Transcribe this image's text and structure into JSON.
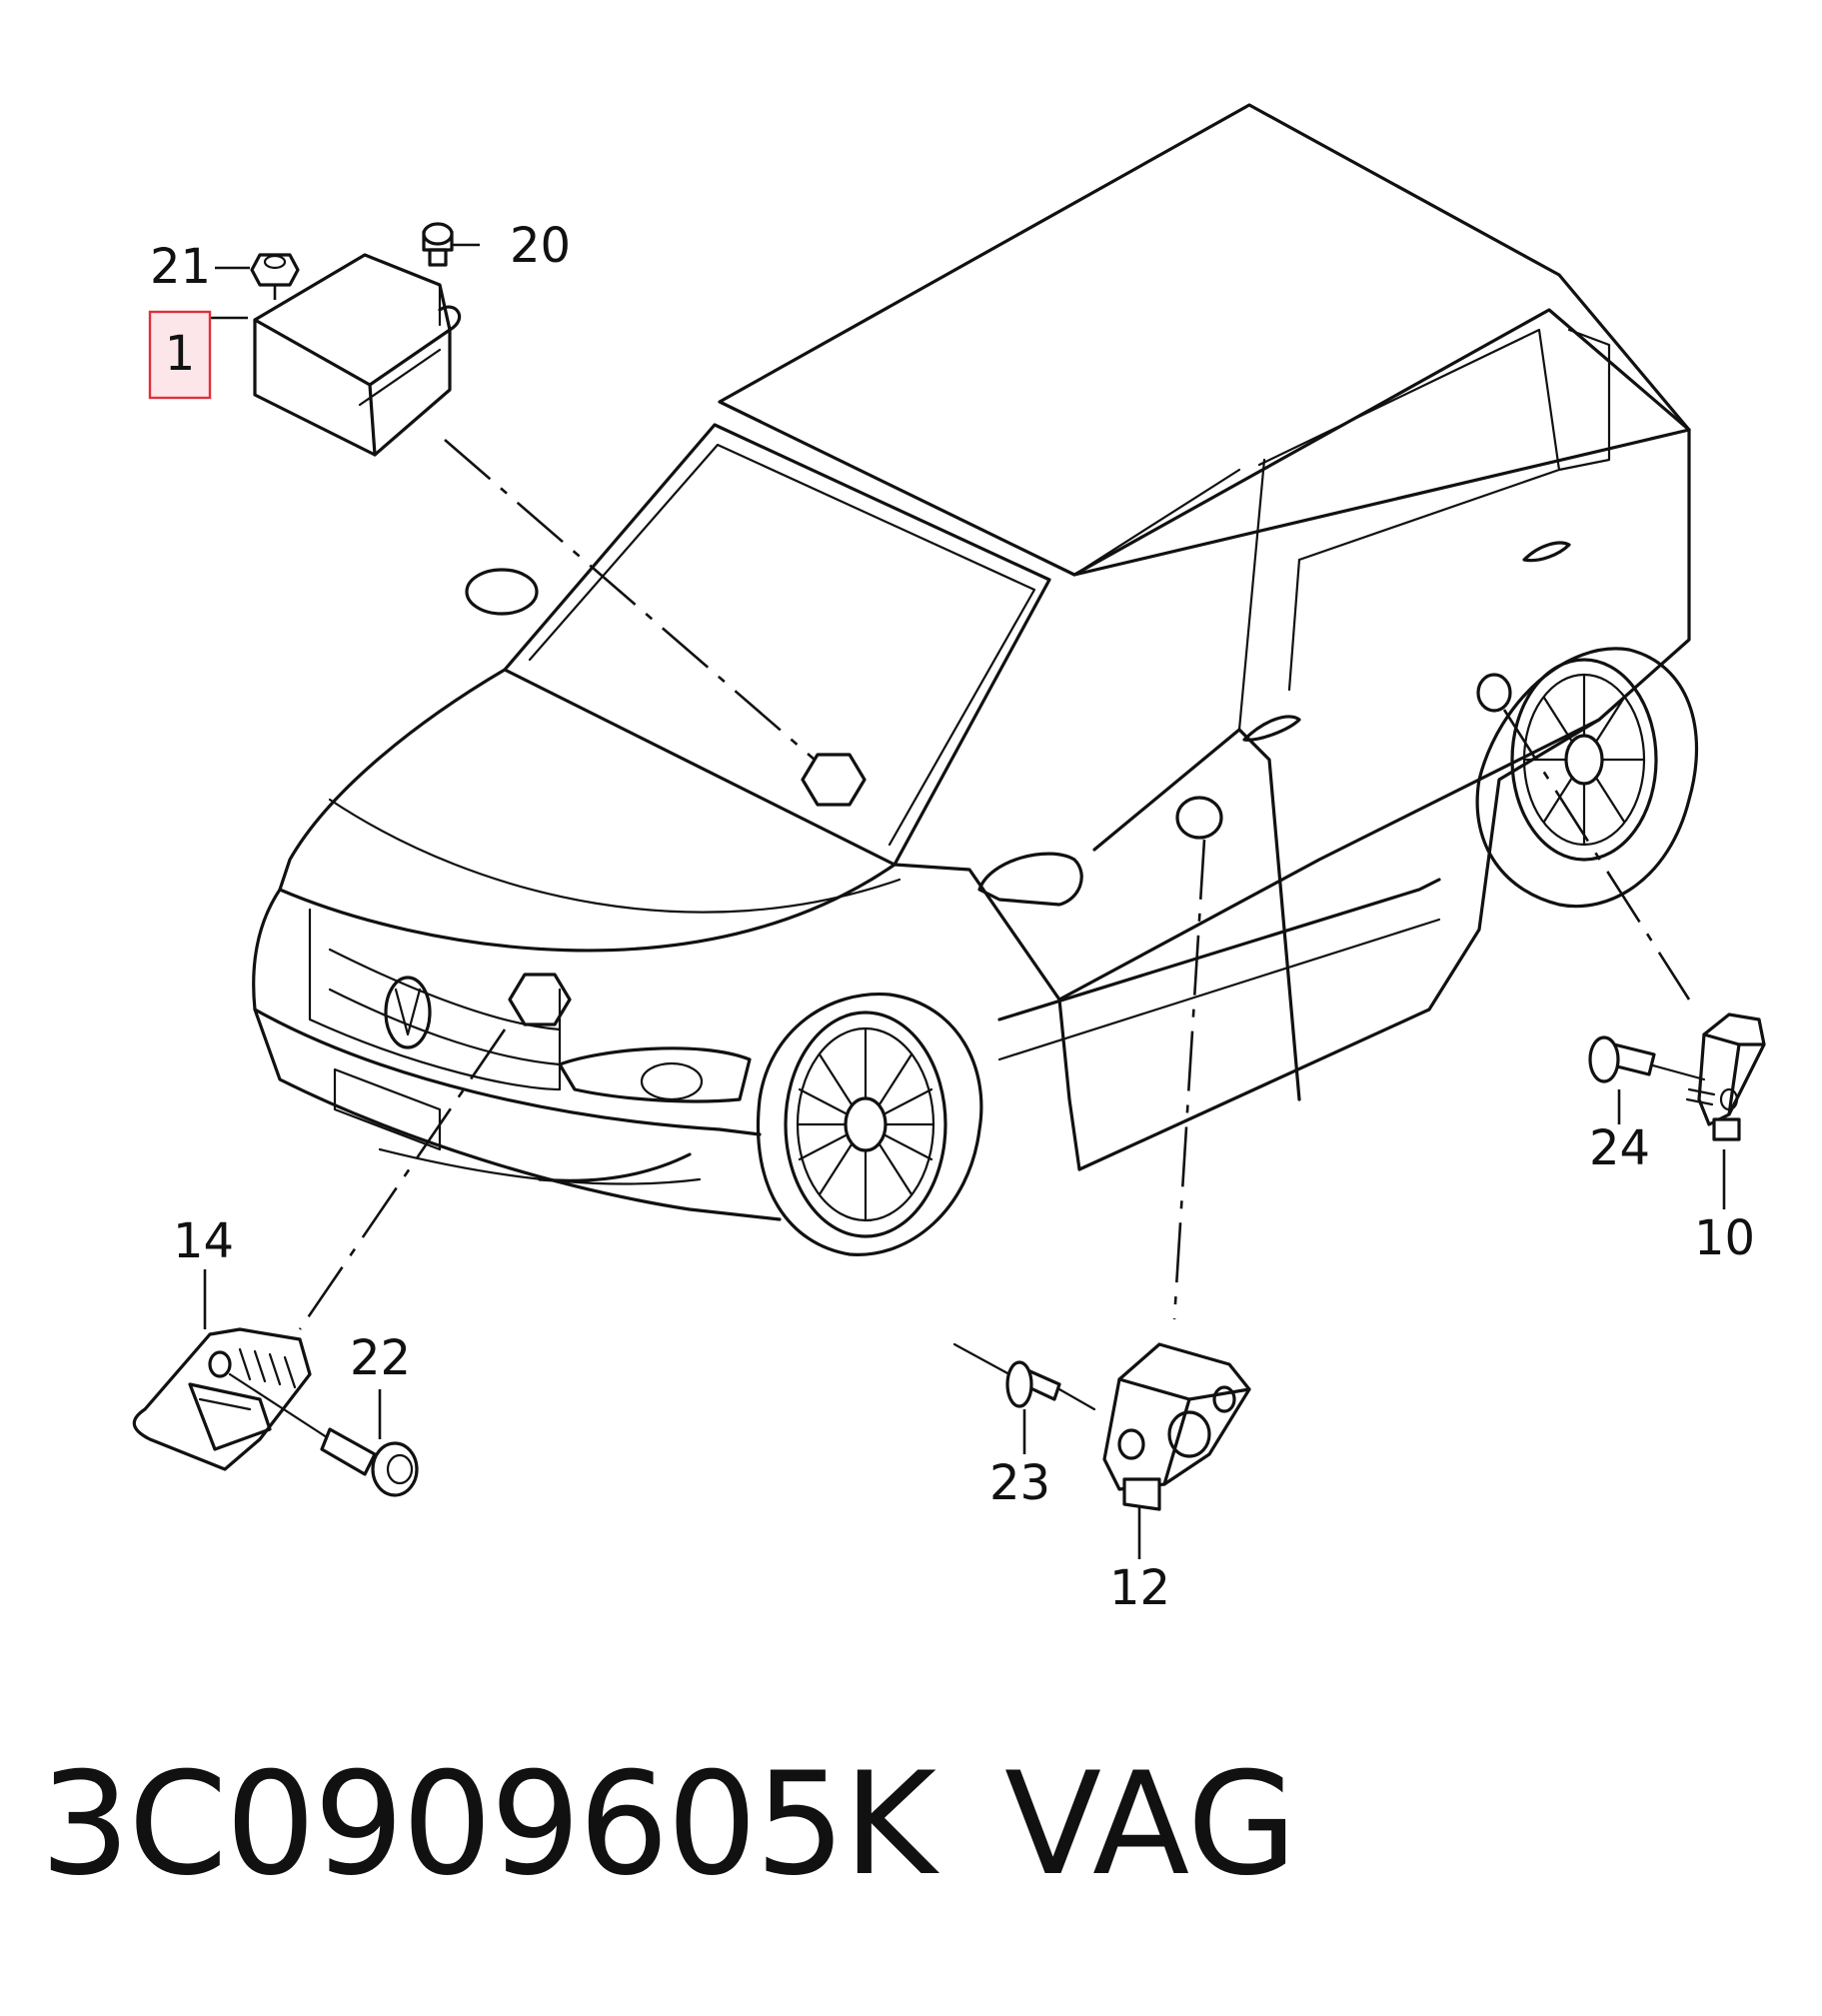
{
  "callouts": {
    "c1": "1",
    "c10": "10",
    "c12": "12",
    "c14": "14",
    "c20": "20",
    "c21": "21",
    "c22": "22",
    "c23": "23",
    "c24": "24"
  },
  "highlighted_callout": "1",
  "footer": {
    "part_number": "3C0909605K",
    "brand": "VAG"
  },
  "colors": {
    "highlight_fill": "#fde6ea",
    "highlight_stroke": "#e0303c",
    "line": "#111111"
  }
}
